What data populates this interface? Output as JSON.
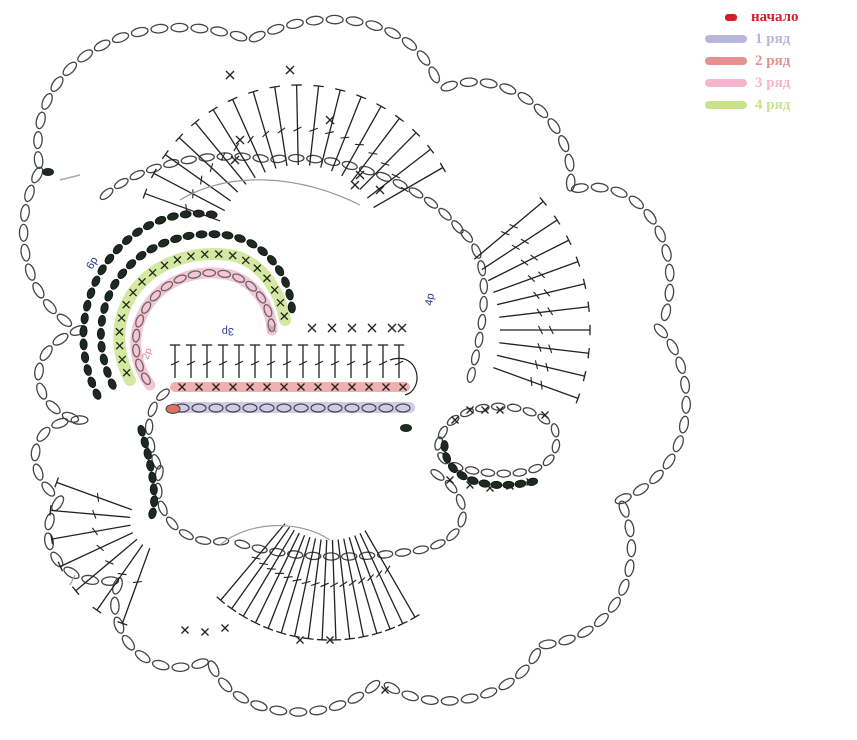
{
  "legend": {
    "items": [
      {
        "label": "начало",
        "color": "#d21f2a",
        "kind": "start"
      },
      {
        "label": "1 ряд",
        "color": "#b9b6dd",
        "kind": "row"
      },
      {
        "label": "2 ряд",
        "color": "#e88f8f",
        "kind": "row"
      },
      {
        "label": "3 ряд",
        "color": "#f4b6cc",
        "kind": "row"
      },
      {
        "label": "4 ряд",
        "color": "#c8e38a",
        "kind": "row"
      }
    ]
  },
  "diagram_labels": {
    "row_4": "4р",
    "row_3": "3р",
    "row_2": "2р",
    "row_6": "6р"
  },
  "colors": {
    "ink": "#222222",
    "chain": "#444444",
    "row1": "#b9b6dd",
    "row2": "#e88f8f",
    "row3": "#f4b6cc",
    "row4": "#c8e38a",
    "start": "#e07060",
    "label_blue": "#2a3a8a"
  }
}
